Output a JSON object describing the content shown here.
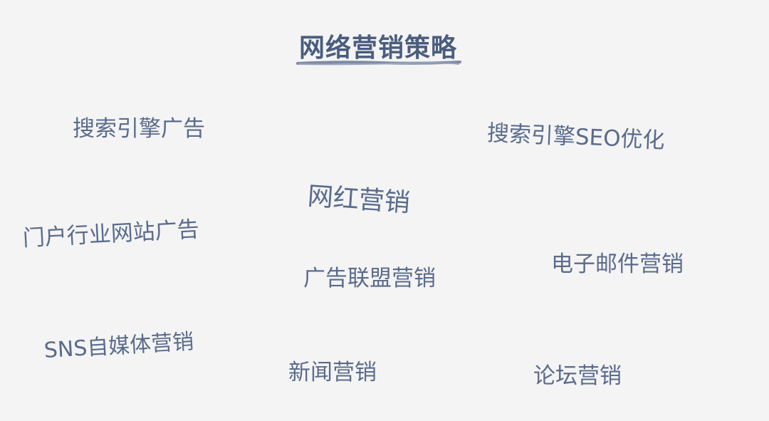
{
  "title": "网络营销策略",
  "items": [
    "搜索引擎广告",
    "搜索引擎SEO优化",
    "网红营销",
    "门户行业网站广告",
    "电子邮件营销",
    "广告联盟营销",
    "SNS自媒体营销",
    "新闻营销",
    "论坛营销"
  ],
  "colors": {
    "background": "#f4f4f4",
    "title": "#4a5d7e",
    "text": "#5a6b8c",
    "underline": "#7d8aa6"
  }
}
